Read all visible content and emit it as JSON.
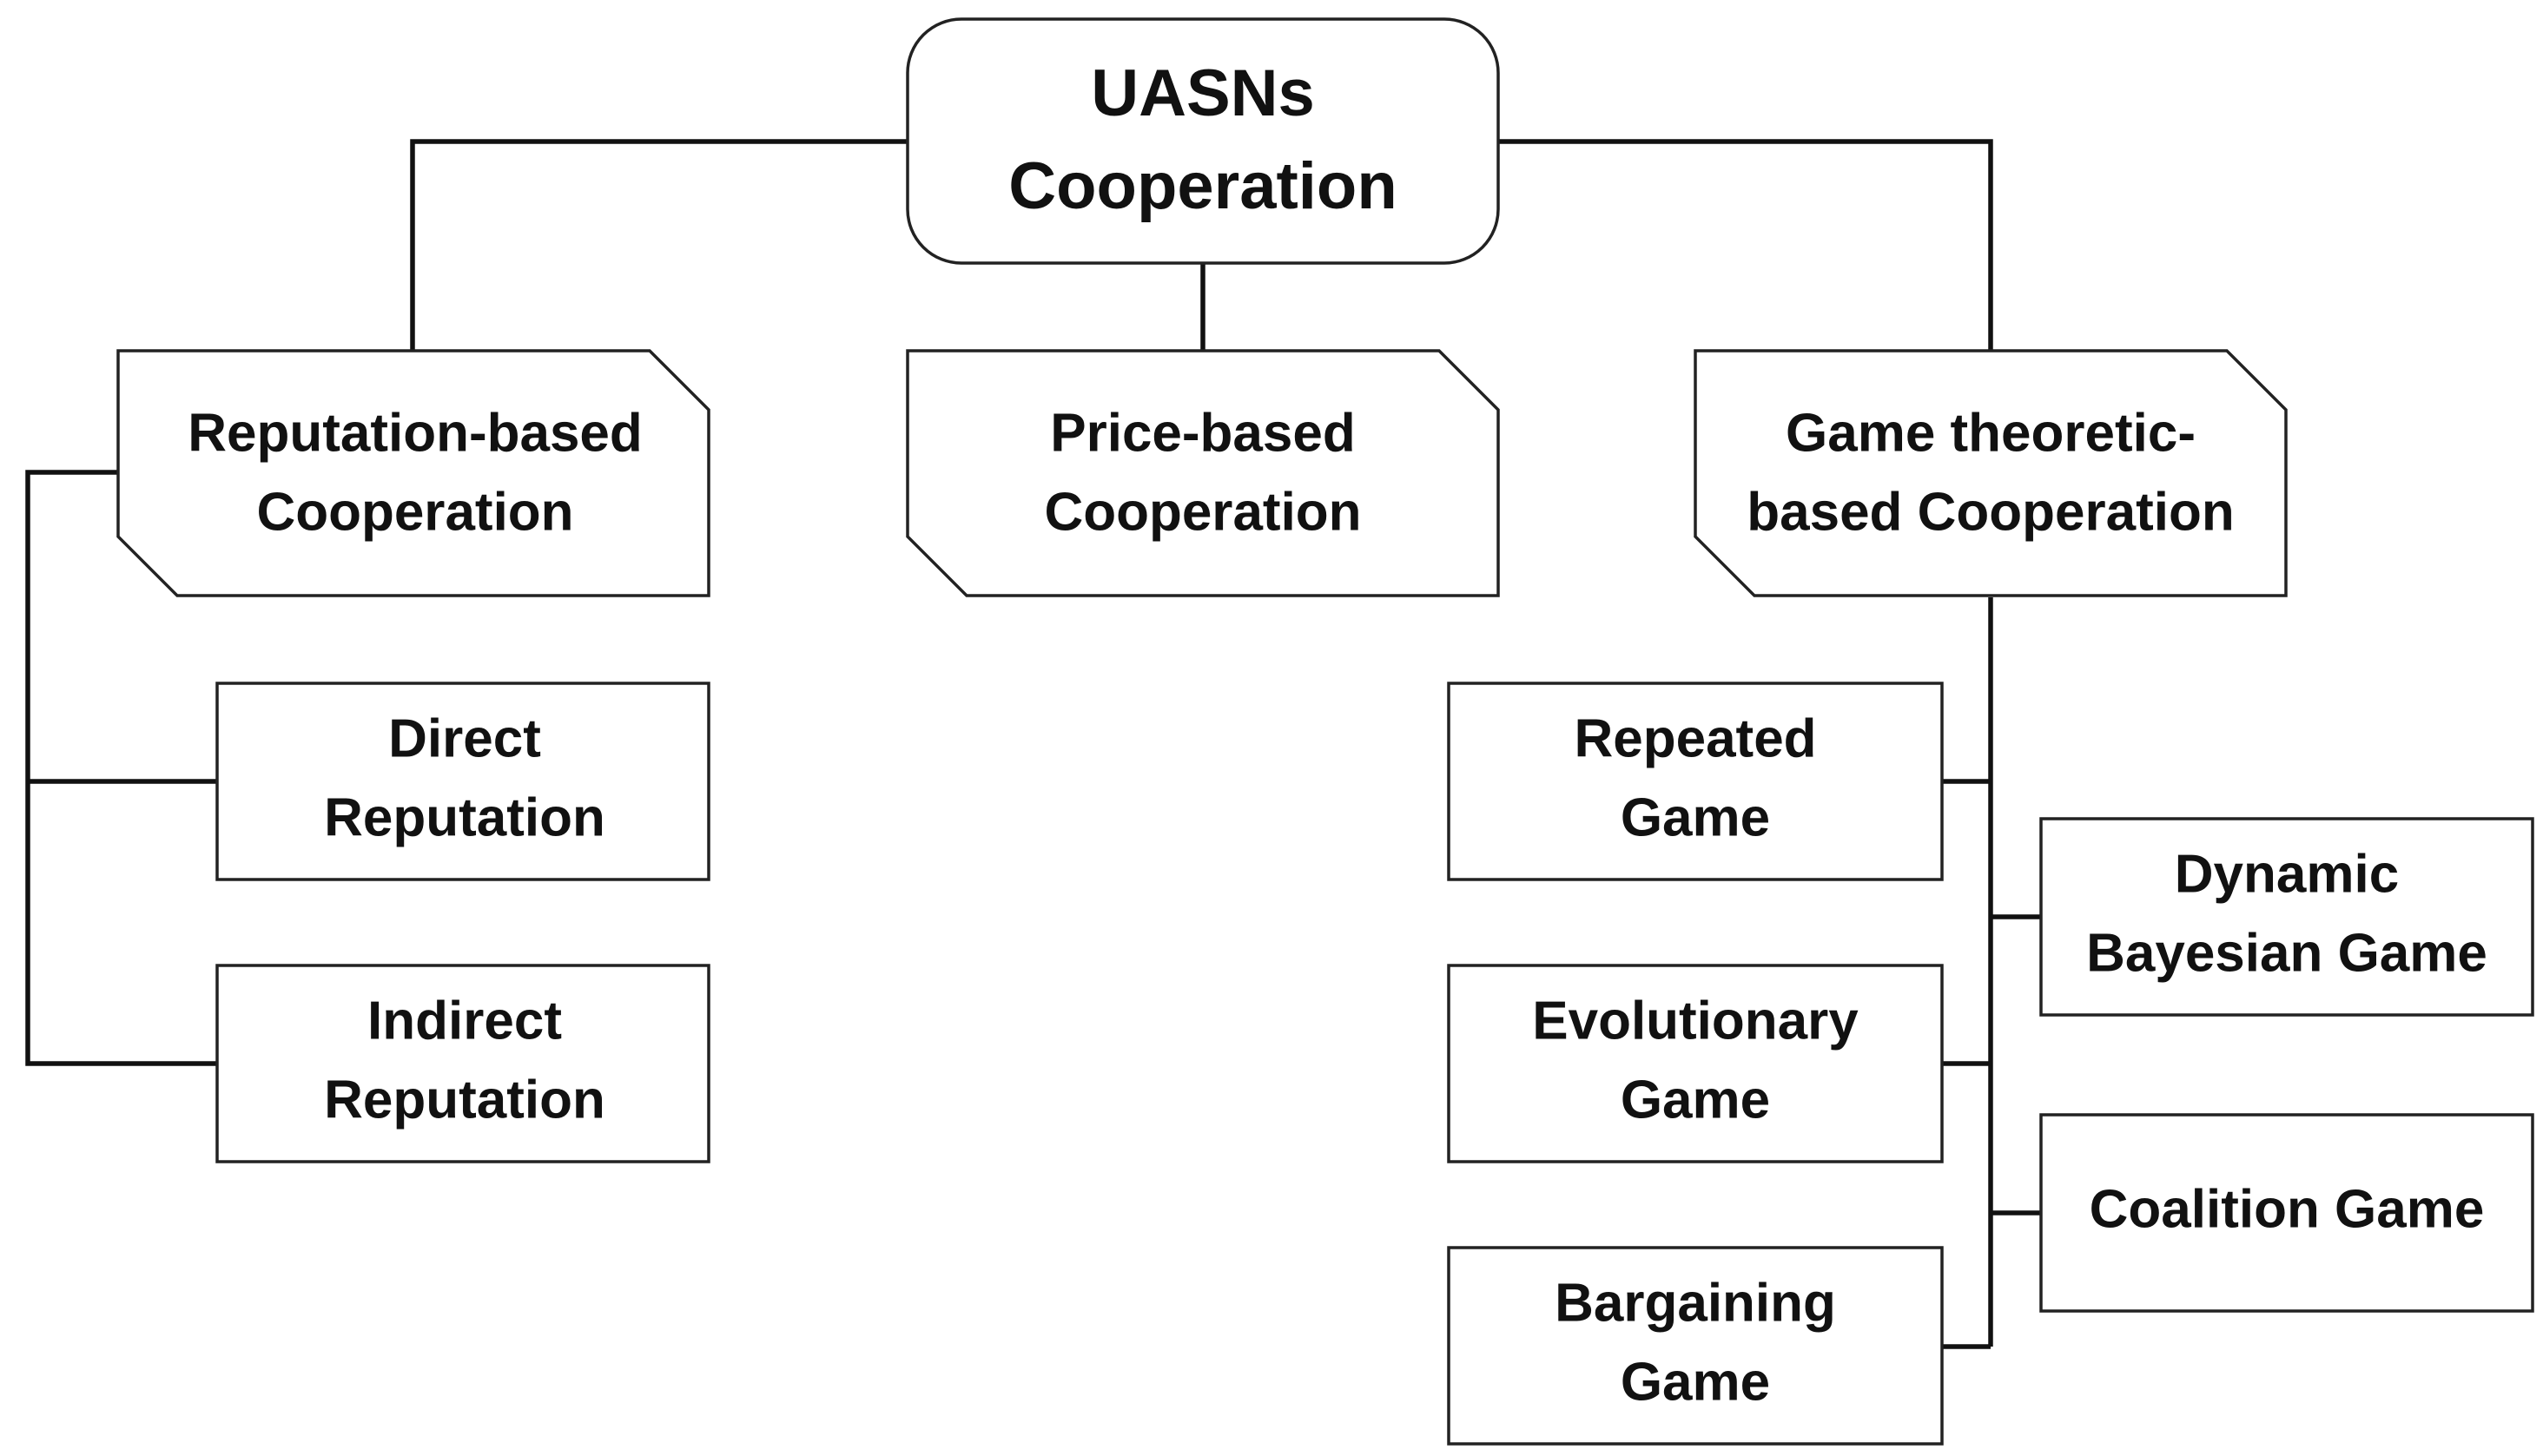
{
  "root": {
    "lines": [
      "UASNs",
      "Cooperation"
    ]
  },
  "categories": {
    "reputation": {
      "lines": [
        "Reputation-based",
        "Cooperation"
      ]
    },
    "price": {
      "lines": [
        "Price-based",
        "Cooperation"
      ]
    },
    "game": {
      "lines": [
        "Game theoretic-",
        "based Cooperation"
      ]
    }
  },
  "reputation_children": {
    "direct": {
      "lines": [
        "Direct",
        "Reputation"
      ]
    },
    "indirect": {
      "lines": [
        "Indirect",
        "Reputation"
      ]
    }
  },
  "game_children": {
    "repeated": {
      "lines": [
        "Repeated",
        "Game"
      ]
    },
    "evolutionary": {
      "lines": [
        "Evolutionary",
        "Game"
      ]
    },
    "bargaining": {
      "lines": [
        "Bargaining",
        "Game"
      ]
    },
    "dynamic_bayesian": {
      "lines": [
        "Dynamic",
        "Bayesian Game"
      ]
    },
    "coalition": {
      "lines": [
        "Coalition Game"
      ]
    }
  }
}
